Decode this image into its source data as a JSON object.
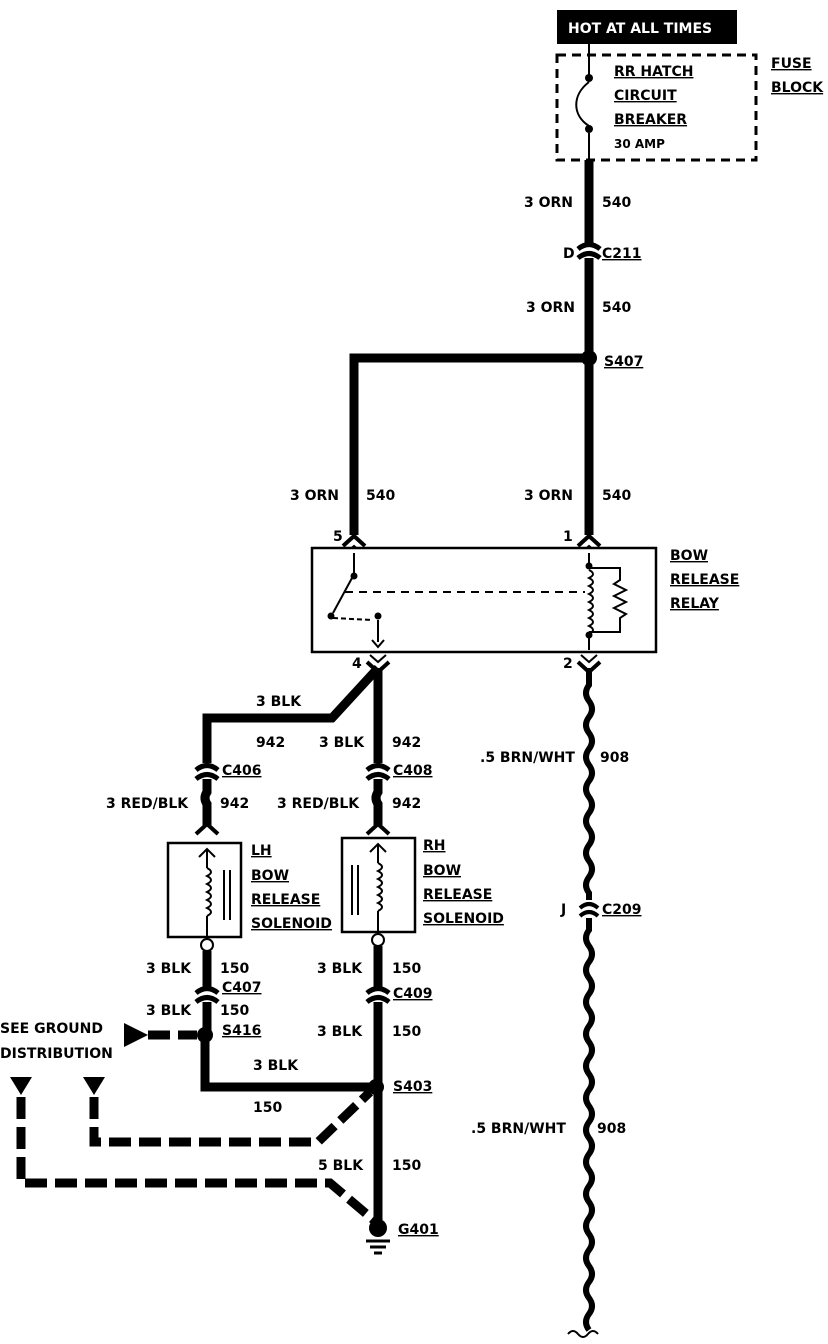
{
  "header": {
    "hot_label": "HOT AT ALL TIMES"
  },
  "fuse_block": {
    "label_line1": "FUSE",
    "label_line2": "BLOCK",
    "breaker_line1": "RR HATCH",
    "breaker_line2": "CIRCUIT",
    "breaker_line3": "BREAKER",
    "rating": "30 AMP"
  },
  "wires": {
    "w1_size": "3 ORN",
    "w1_circuit": "540",
    "w2_size": "3 ORN",
    "w2_circuit": "540",
    "w3_size": "3 ORN",
    "w3_circuit": "540",
    "w4_size": "3 ORN",
    "w4_circuit": "540",
    "blk_left_size": "3 BLK",
    "blk_left_circuit": "942",
    "blk_right_size": "3 BLK",
    "blk_right_circuit": "942",
    "redblk_left_size": "3 RED/BLK",
    "redblk_left_circuit": "942",
    "redblk_right_size": "3 RED/BLK",
    "redblk_right_circuit": "942",
    "brnwht_upper_size": ".5 BRN/WHT",
    "brnwht_upper_circuit": "908",
    "brnwht_lower_size": ".5 BRN/WHT",
    "brnwht_lower_circuit": "908",
    "gnd_left_a_size": "3 BLK",
    "gnd_left_a_circuit": "150",
    "gnd_left_b_size": "3 BLK",
    "gnd_left_b_circuit": "150",
    "gnd_right_a_size": "3 BLK",
    "gnd_right_a_circuit": "150",
    "gnd_right_b_size": "3 BLK",
    "gnd_right_b_circuit": "150",
    "gnd_horiz_size": "3 BLK",
    "gnd_horiz_circuit": "150",
    "gnd_main_size": "5 BLK",
    "gnd_main_circuit": "150"
  },
  "connectors": {
    "c211": "C211",
    "c211_pin": "D",
    "c209": "C209",
    "c209_pin": "J",
    "c406": "C406",
    "c408": "C408",
    "c407": "C407",
    "c409": "C409"
  },
  "splices": {
    "s407": "S407",
    "s416": "S416",
    "s403": "S403"
  },
  "ground": {
    "g401": "G401"
  },
  "relay": {
    "line1": "BOW",
    "line2": "RELEASE",
    "line3": "RELAY",
    "pin1": "1",
    "pin2": "2",
    "pin4": "4",
    "pin5": "5"
  },
  "lh_solenoid": {
    "line1": "LH",
    "line2": "BOW",
    "line3": "RELEASE",
    "line4": "SOLENOID"
  },
  "rh_solenoid": {
    "line1": "RH",
    "line2": "BOW",
    "line3": "RELEASE",
    "line4": "SOLENOID"
  },
  "ground_ref": {
    "line1": "SEE GROUND",
    "line2": "DISTRIBUTION"
  }
}
